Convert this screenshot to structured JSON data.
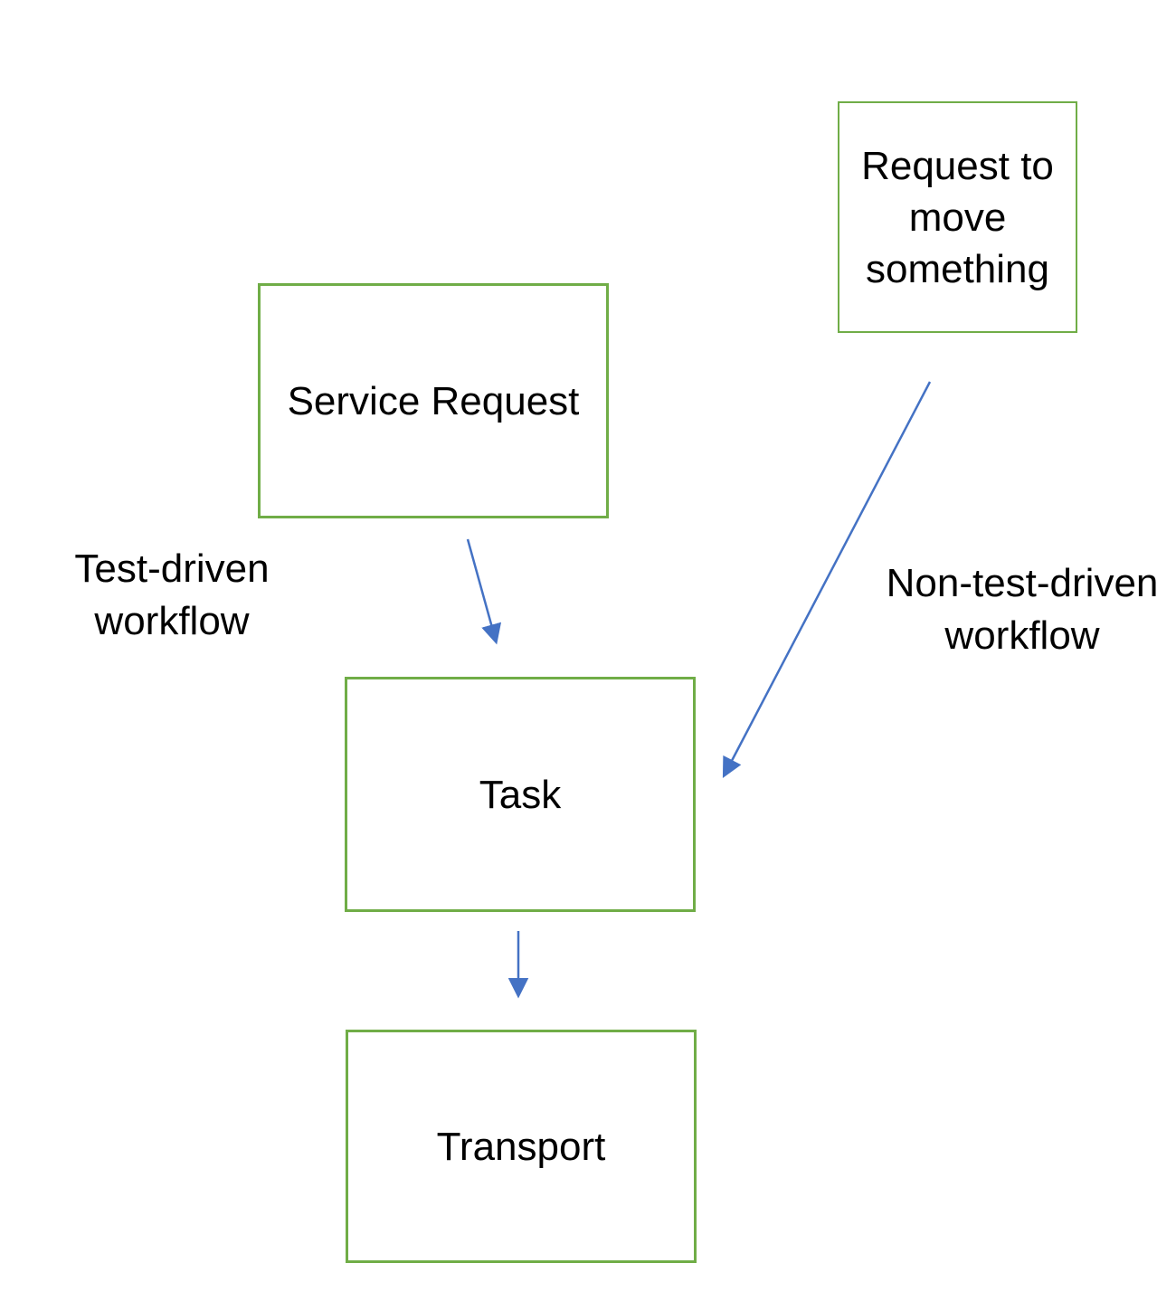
{
  "diagram": {
    "colors": {
      "box_border": "#70ad47",
      "arrow": "#4472c4",
      "text": "#000000",
      "background": "#ffffff"
    },
    "nodes": [
      {
        "id": "request_move",
        "label": "Request to move something",
        "lines": [
          "Request to",
          "move",
          "something"
        ]
      },
      {
        "id": "service_request",
        "label": "Service Request"
      },
      {
        "id": "task",
        "label": "Task"
      },
      {
        "id": "transport",
        "label": "Transport"
      }
    ],
    "annotations": [
      {
        "id": "test_driven",
        "text": "Test-driven workflow",
        "lines": [
          "Test-driven",
          "workflow"
        ]
      },
      {
        "id": "non_test_driven",
        "text": "Non-test-driven workflow",
        "lines": [
          "Non-test-driven",
          "workflow"
        ]
      }
    ],
    "edges": [
      {
        "from": "service_request",
        "to": "task",
        "label": "Test-driven workflow"
      },
      {
        "from": "request_move",
        "to": "task",
        "label": "Non-test-driven workflow"
      },
      {
        "from": "task",
        "to": "transport",
        "label": ""
      }
    ]
  }
}
